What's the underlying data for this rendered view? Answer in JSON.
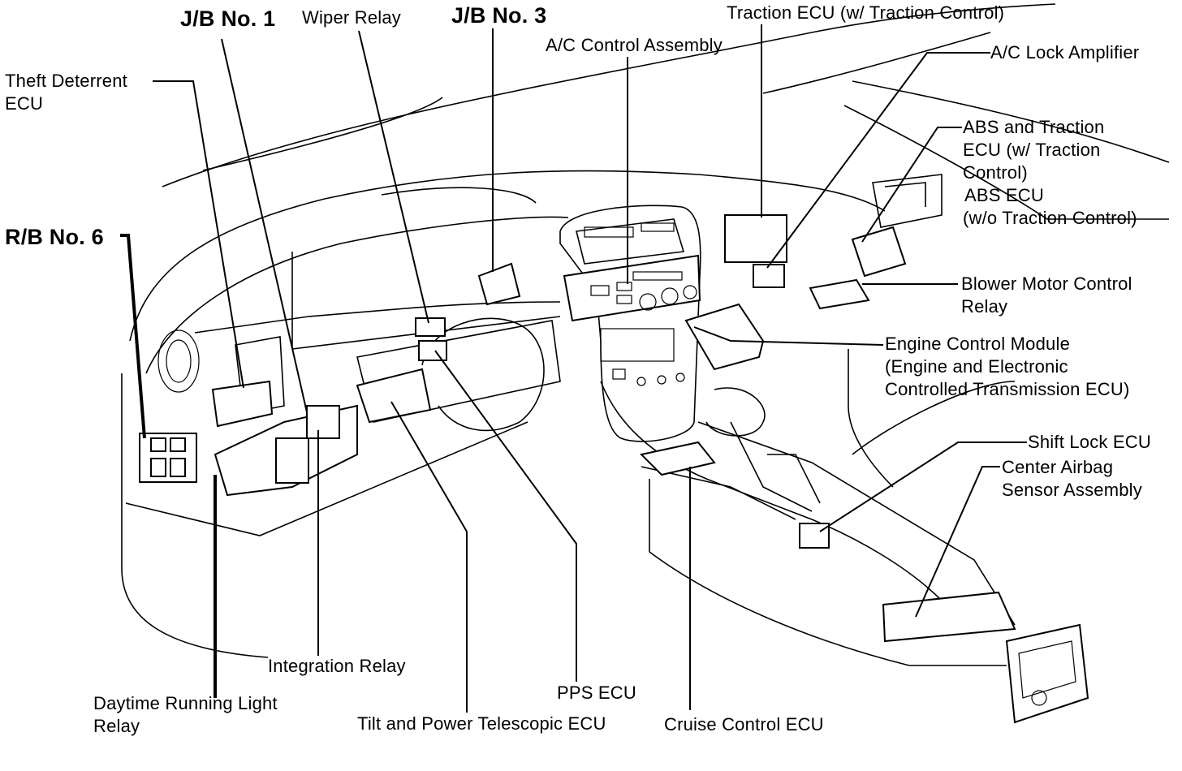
{
  "labels": {
    "jb1": "J/B No. 1",
    "wiper_relay": "Wiper Relay",
    "jb3": "J/B No. 3",
    "traction_ecu": "Traction ECU (w/ Traction Control)",
    "ac_control": "A/C Control Assembly",
    "ac_lock_amp": "A/C Lock Amplifier",
    "theft_line1": "Theft Deterrent",
    "theft_line2": "ECU",
    "abs_line1": "ABS and Traction",
    "abs_line2": "ECU (w/ Traction",
    "abs_line3": "Control)",
    "abs_line4": "ABS ECU",
    "abs_line5": "(w/o Traction Control)",
    "rb6": "R/B No. 6",
    "blower_line1": "Blower Motor Control",
    "blower_line2": "Relay",
    "ecm_line1": "Engine Control Module",
    "ecm_line2": "(Engine and Electronic",
    "ecm_line3": "Controlled Transmission ECU)",
    "shift_lock": "Shift Lock ECU",
    "airbag_line1": "Center Airbag",
    "airbag_line2": "Sensor Assembly",
    "integration_relay": "Integration Relay",
    "pps_ecu": "PPS ECU",
    "drl_line1": "Daytime Running Light",
    "drl_line2": "Relay",
    "tilt_ecu": "Tilt and Power Telescopic ECU",
    "cruise_ecu": "Cruise Control ECU"
  }
}
